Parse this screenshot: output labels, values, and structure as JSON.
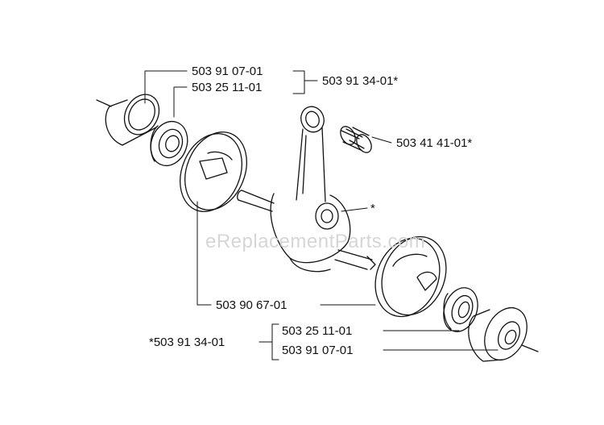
{
  "watermark": "eReplacementParts.com",
  "labels": {
    "top_bearing_ring": "503 91 07-01",
    "top_bearing": "503 25 11-01",
    "top_kit": "503 91 34-01*",
    "needle_bearing": "503 41 41-01*",
    "crank_asterisk": "*",
    "crankcase": "503 90 67-01",
    "bottom_kit": "*503 91 34-01",
    "bottom_bearing": "503 25 11-01",
    "bottom_bearing_ring": "503 91 07-01"
  },
  "colors": {
    "line": "#111111",
    "background": "#ffffff",
    "watermark": "#d6d6d6"
  }
}
